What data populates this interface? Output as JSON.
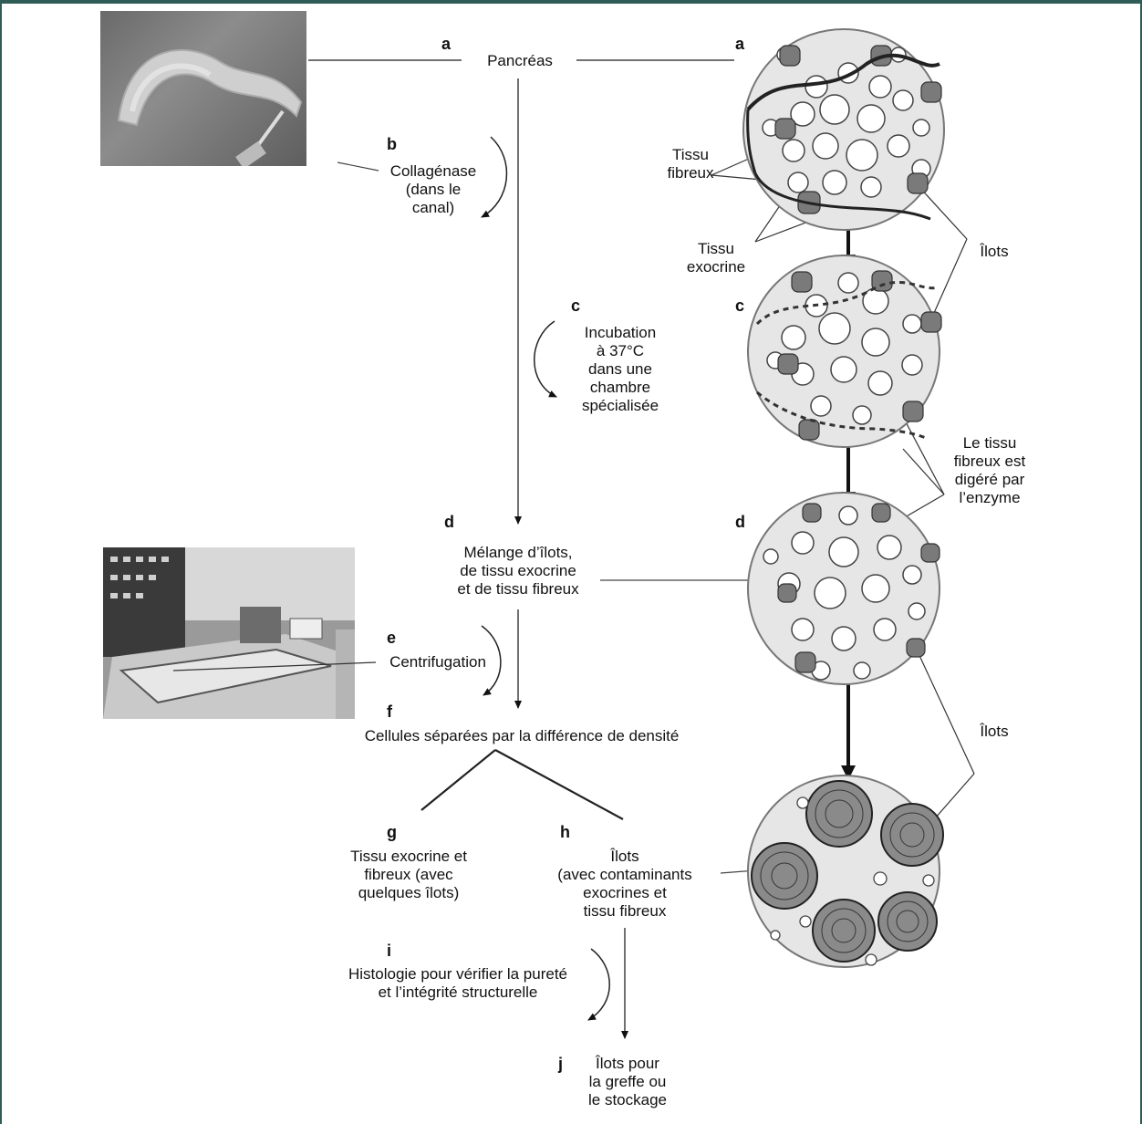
{
  "steps": {
    "a": {
      "letter": "a",
      "text": "Pancréas"
    },
    "b": {
      "letter": "b",
      "line1": "Collagénase",
      "line2": "(dans le",
      "line3": "canal)"
    },
    "c": {
      "letter": "c",
      "line1": "Incubation",
      "line2": "à 37°C",
      "line3": "dans une",
      "line4": "chambre",
      "line5": "spécialisée"
    },
    "d": {
      "letter": "d",
      "line1": "Mélange d’îlots,",
      "line2": "de tissu exocrine",
      "line3": "et de tissu fibreux"
    },
    "e": {
      "letter": "e",
      "text": "Centrifugation"
    },
    "f": {
      "letter": "f",
      "text": "Cellules séparées par la différence de densité"
    },
    "g": {
      "letter": "g",
      "line1": "Tissu exocrine et",
      "line2": "fibreux (avec",
      "line3": "quelques îlots)"
    },
    "h": {
      "letter": "h",
      "line1": "Îlots",
      "line2": "(avec contaminants",
      "line3": "exocrines et",
      "line4": "tissu fibreux"
    },
    "i": {
      "letter": "i",
      "line1": "Histologie pour vérifier la pureté",
      "line2": "et l’intégrité structurelle"
    },
    "j": {
      "letter": "j",
      "line1": "Îlots pour",
      "line2": "la greffe ou",
      "line3": "le stockage"
    }
  },
  "circle_letters": {
    "a": "a",
    "c": "c",
    "d": "d"
  },
  "annotations": {
    "tissu_fibreux": {
      "line1": "Tissu",
      "line2": "fibreux"
    },
    "tissu_exocrine": {
      "line1": "Tissu",
      "line2": "exocrine"
    },
    "ilots_top": "Îlots",
    "digested": {
      "line1": "Le tissu",
      "line2": "fibreux est",
      "line3": "digéré par",
      "line4": "l’enzyme"
    },
    "ilots_bottom": "Îlots"
  },
  "colors": {
    "frame": "#2f5c57",
    "circle_fill": "#e6e6e6",
    "islet_fill": "#7a7a7a"
  }
}
